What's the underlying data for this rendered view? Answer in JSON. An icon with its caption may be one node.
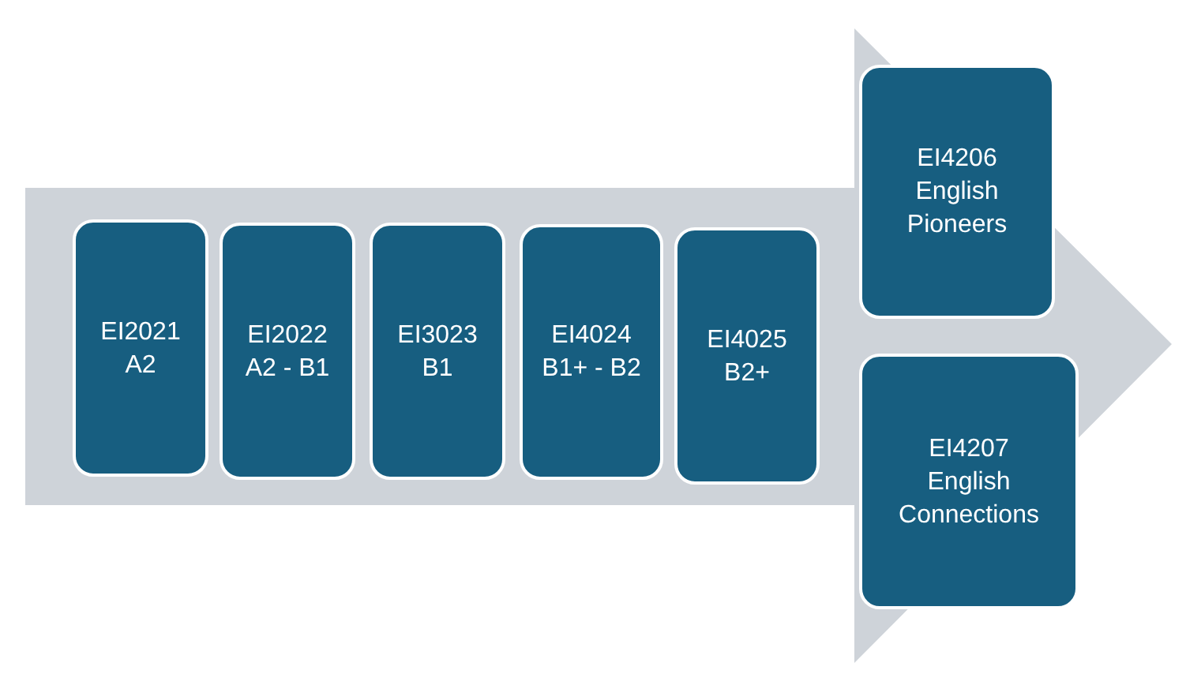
{
  "diagram": {
    "nodes": [
      {
        "text": [
          "EI2021",
          "A2"
        ]
      },
      {
        "text": [
          "EI2022",
          "A2 - B1"
        ]
      },
      {
        "text": [
          "EI3023",
          "B1"
        ]
      },
      {
        "text": [
          "EI4024",
          "B1+ - B2"
        ]
      },
      {
        "text": [
          "EI4025",
          "B2+"
        ]
      },
      {
        "text": [
          "EI4206",
          "English Pioneers"
        ]
      },
      {
        "text": [
          "EI4207",
          "English Connections"
        ]
      }
    ]
  }
}
